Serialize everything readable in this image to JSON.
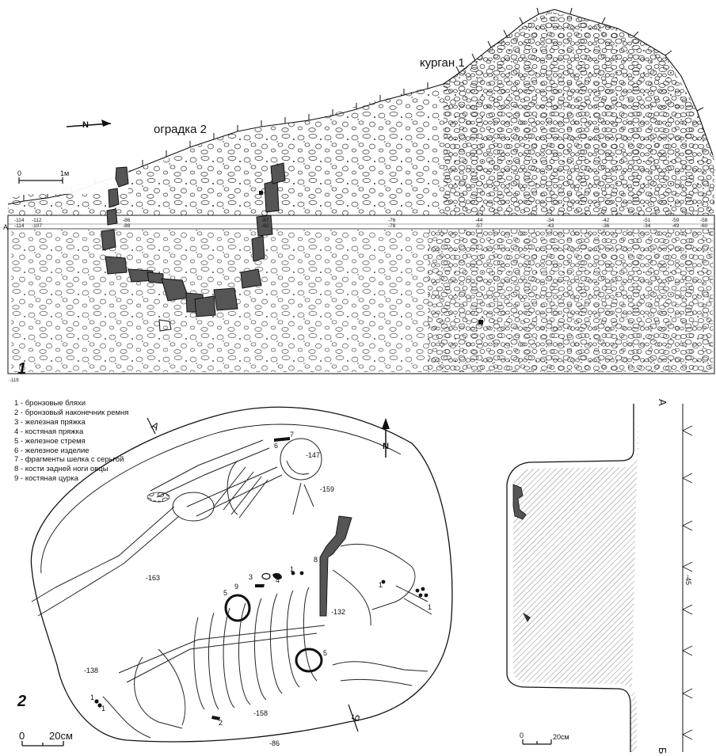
{
  "panel1": {
    "number": "1",
    "title_mound": "курган 1",
    "title_fence": "оградка 2",
    "scale_zero": "0",
    "scale_end": "1м",
    "section_letter": "А",
    "top_row_depths": [
      "-114",
      "-112",
      "-86",
      "-87",
      "-76",
      "-44",
      "-34",
      "-42",
      "-51",
      "-59",
      "-58"
    ],
    "bottom_row_depths": [
      "-114",
      "-107",
      "-88",
      "-82",
      "-78",
      "-57",
      "-43",
      "-36",
      "-34",
      "-49",
      "-60"
    ],
    "corner_depth": "-119"
  },
  "panel2": {
    "number": "2",
    "section_a": "А",
    "section_b": "Б",
    "north": "N",
    "scale_zero": "0",
    "scale_end": "20см",
    "depths": {
      "d147": "-147",
      "d159": "-159",
      "d163": "-163",
      "d132": "-132",
      "d138": "-138",
      "d158": "-158",
      "d86": "-86"
    },
    "legend": [
      "1 - бронзовые бляхи",
      "2 - бронзовый наконечник ремня",
      "3 - железная пряжка",
      "4 - костяная пряжка",
      "5 - железное стремя",
      "6 - железное изделие",
      "7 - фрагменты шелка с серьгой",
      "8 - кости задней ноги овцы",
      "9 - костяная цурка"
    ],
    "markers": [
      "1",
      "1",
      "1",
      "1",
      "1",
      "2",
      "3",
      "4",
      "5",
      "5",
      "6",
      "7",
      "8",
      "9"
    ]
  },
  "section": {
    "top_letter": "А",
    "bottom_letter": "Б",
    "depth": "-45",
    "scale_zero": "0",
    "scale_end": "20см"
  }
}
